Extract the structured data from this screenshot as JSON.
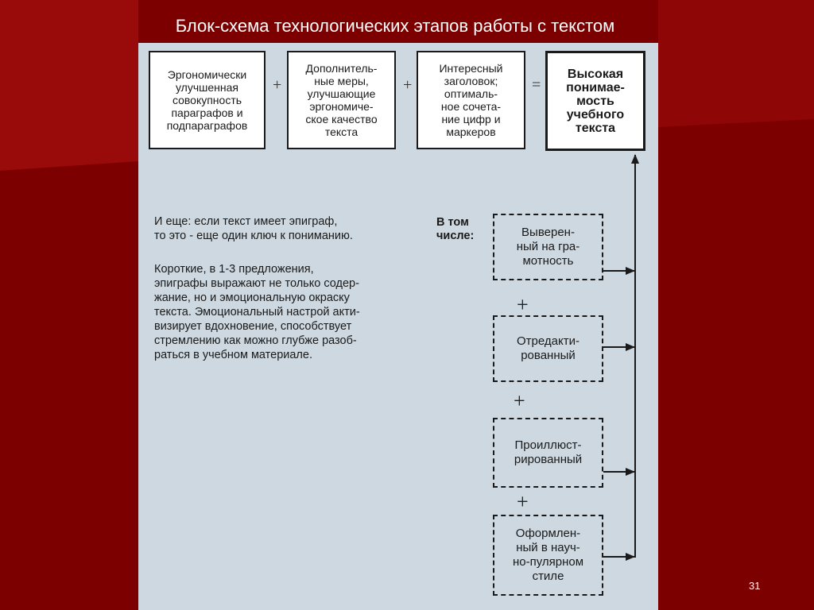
{
  "slide": {
    "title": "Блок-схема технологических этапов работы с текстом",
    "page_number": "31"
  },
  "top_row": {
    "box1": "Эргономически\nулучшенная\nсовокупность\nпараграфов и\nподпараграфов",
    "box2": "Дополнитель-\nные меры,\nулучшающие\nэргономиче-\nское качество\nтекста",
    "box3": "Интересный\nзаголовок;\nоптималь-\nное сочета-\nние цифр и\nмаркеров",
    "result": "Высокая\nпонимае-\nмость\nучебного\nтекста",
    "plus": "+",
    "equals": "="
  },
  "text_block": {
    "paragraph1": "И еще: если текст имеет эпиграф,\nто  это - еще один ключ к  пониманию.",
    "paragraph2": "Короткие, в 1-3 предложения,\nэпиграфы выражают не только содер-\nжание, но и эмоциональную окраску\nтекста. Эмоциональный настрой акти-\nвизирует вдохновение, способствует\nстремлению как можно глубже разоб-\nраться в учебном материале."
  },
  "including_label": "В том\nчисле:",
  "dashed_boxes": [
    "Выверен-\nный на гра-\nмотность",
    "Отредакти-\nрованный",
    "Проиллюст-\nрированный",
    "Оформлен-\nный в науч-\nно-пулярном\nстиле"
  ],
  "colors": {
    "background": "#7c0000",
    "panel": "#cdd8e0",
    "stroke": "#1a1a1a"
  }
}
